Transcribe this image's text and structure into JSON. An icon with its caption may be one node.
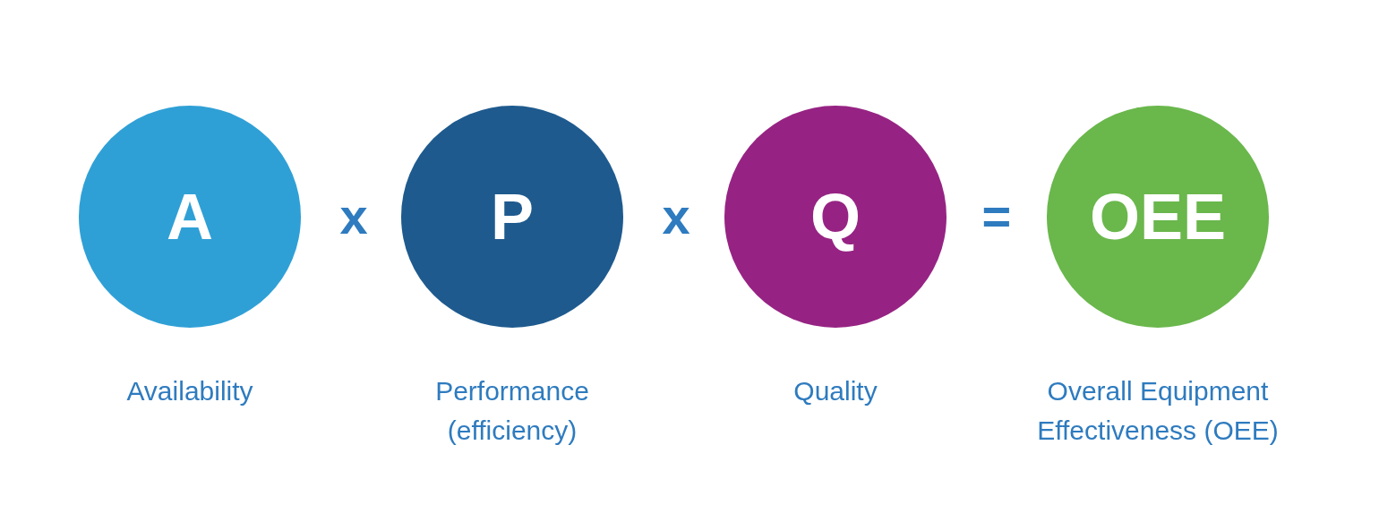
{
  "diagram": {
    "nodes": [
      {
        "text": [
          "A"
        ],
        "beside": [
          "Availability"
        ]
      },
      {
        "text": [
          "P"
        ],
        "beside": [
          "Performance (efficiency)"
        ]
      },
      {
        "text": [
          "Q"
        ],
        "beside": [
          "Quality"
        ]
      },
      {
        "text": [
          "OEE"
        ],
        "beside": [
          "Overall Equipment Effectiveness (OEE)"
        ]
      }
    ],
    "labels": [
      "x",
      "x",
      "="
    ]
  }
}
